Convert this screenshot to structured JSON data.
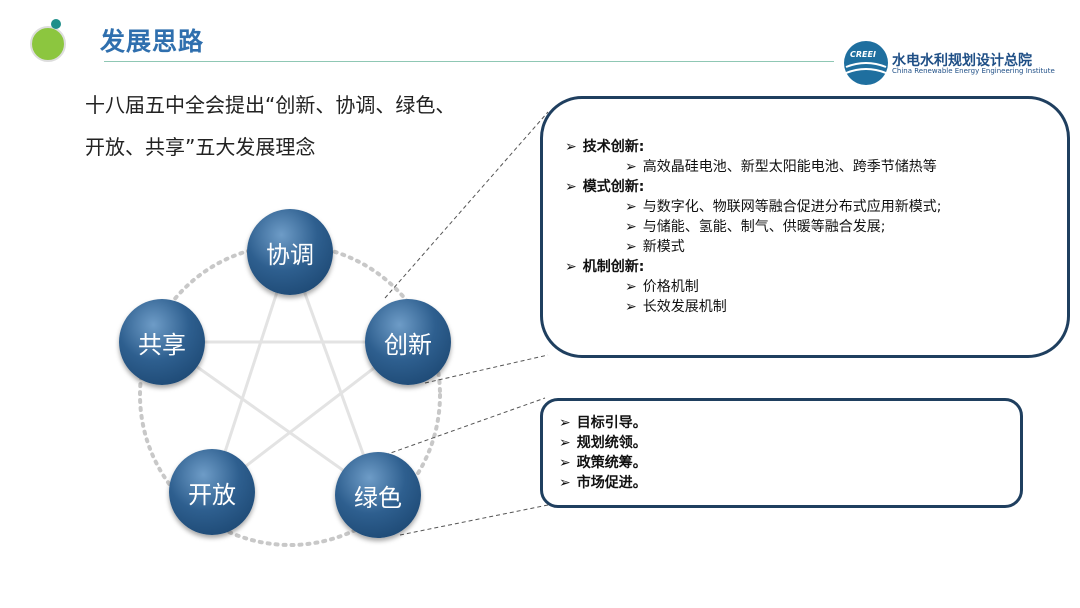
{
  "header": {
    "title": "发展思路",
    "logo_name": "水电水利规划设计总院",
    "logo_sub": "China Renewable Energy Engineering Institute",
    "logo_mark": "CREEI"
  },
  "intro": "十八届五中全会提出“创新、协调、绿色、开放、共享”五大发展理念",
  "nodes": [
    "协调",
    "创新",
    "绿色",
    "开放",
    "共享"
  ],
  "box1": {
    "groups": [
      {
        "title": "技术创新:",
        "items": [
          "高效晶硅电池、新型太阳能电池、跨季节储热等"
        ]
      },
      {
        "title": "模式创新:",
        "items": [
          "与数字化、物联网等融合促进分布式应用新模式;",
          "与储能、氢能、制气、供暖等融合发展;",
          "新模式"
        ]
      },
      {
        "title": "机制创新:",
        "items": [
          "价格机制",
          "长效发展机制"
        ]
      }
    ]
  },
  "box2": {
    "items": [
      "目标引导。",
      "规划统领。",
      "政策统筹。",
      "市场促进。"
    ]
  },
  "bullet": "➢"
}
